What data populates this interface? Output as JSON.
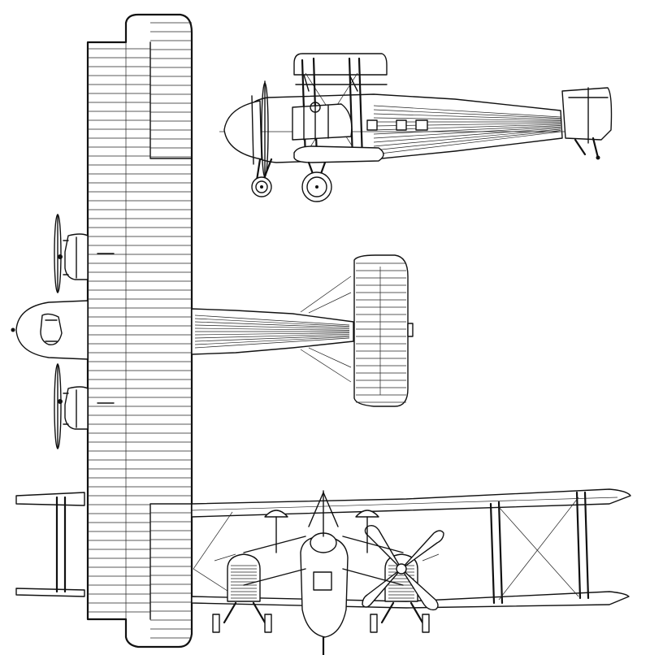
{
  "drawing": {
    "views": [
      "plan-view",
      "side-view",
      "front-view"
    ],
    "ink_color": "#111111",
    "background_color": "#ffffff"
  }
}
